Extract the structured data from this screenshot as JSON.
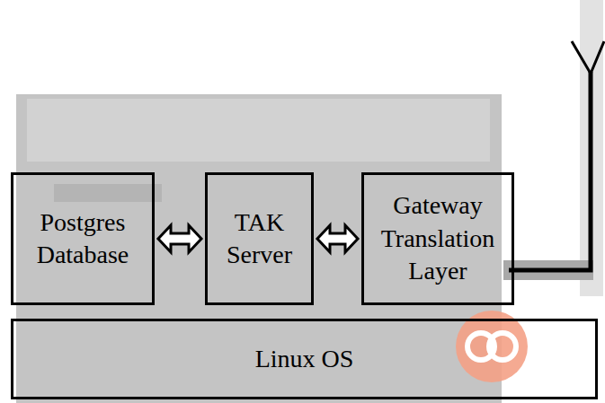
{
  "diagram": {
    "nodes": [
      {
        "text": [
          "Postgres Database"
        ]
      },
      {
        "text": [
          "TAK Server"
        ]
      },
      {
        "text": [
          "Gateway Translation Layer"
        ]
      },
      {
        "text": [
          "Linux OS"
        ]
      }
    ],
    "edges": [
      {
        "from": 0,
        "to": 1,
        "arrow": "both"
      },
      {
        "from": 1,
        "to": 2,
        "arrow": "both"
      }
    ]
  }
}
